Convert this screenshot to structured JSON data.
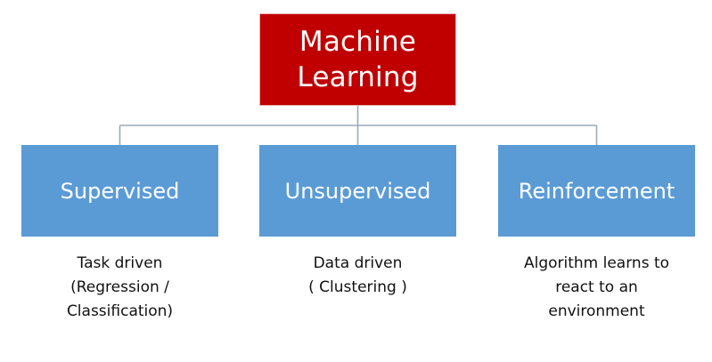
{
  "diagram": {
    "root": {
      "label": "Machine\nLearning"
    },
    "categories": [
      {
        "label": "Supervised",
        "description": "Task driven\n(Regression /\nClassification)"
      },
      {
        "label": "Unsupervised",
        "description": "Data driven\n( Clustering )"
      },
      {
        "label": "Reinforcement",
        "description": "Algorithm learns to\nreact to an\nenvironment"
      }
    ]
  },
  "colors": {
    "root_fill": "#c00000",
    "category_fill": "#5b9bd5",
    "connector": "#9aa9bb",
    "text_dark": "#111111",
    "text_light": "#ffffff"
  }
}
